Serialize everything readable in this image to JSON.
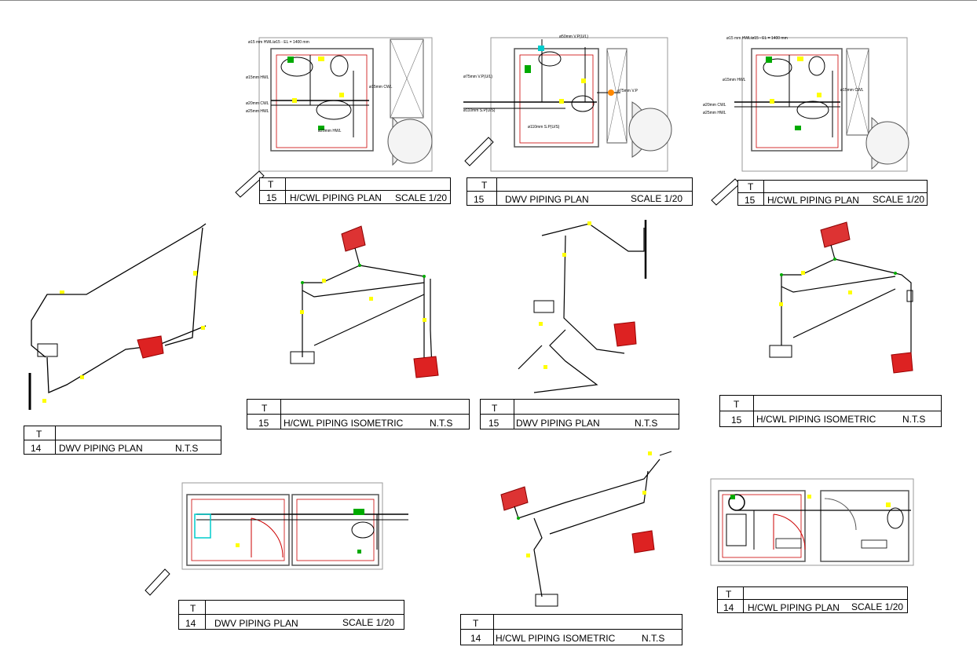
{
  "title_blocks": [
    {
      "t": "T",
      "num": "15",
      "title": "H/CWL PIPING PLAN",
      "scale": "SCALE 1/20"
    },
    {
      "t": "T",
      "num": "15",
      "title": "DWV  PIPING PLAN",
      "scale": "SCALE 1/20"
    },
    {
      "t": "T",
      "num": "15",
      "title": "H/CWL PIPING PLAN",
      "scale": "SCALE 1/20"
    },
    {
      "t": "T",
      "num": "14",
      "title": "DWV PIPING PLAN",
      "scale": "N.T.S"
    },
    {
      "t": "T",
      "num": "15",
      "title": "H/CWL PIPING ISOMETRIC",
      "scale": "N.T.S"
    },
    {
      "t": "T",
      "num": "15",
      "title": "DWV PIPING PLAN",
      "scale": "N.T.S"
    },
    {
      "t": "T",
      "num": "15",
      "title": "H/CWL PIPING ISOMETRIC",
      "scale": "N.T.S"
    },
    {
      "t": "T",
      "num": "14",
      "title": "DWV PIPING PLAN",
      "scale": "SCALE 1/20"
    },
    {
      "t": "T",
      "num": "14",
      "title": "H/CWL PIPING ISOMETRIC",
      "scale": "N.T.S"
    },
    {
      "t": "T",
      "num": "14",
      "title": "H/CWL PIPING PLAN",
      "scale": "SCALE 1/20"
    }
  ],
  "colors": {
    "pipe": "#000000",
    "marker": "#ffff00",
    "fitting": "#00a000",
    "fixture": "#cc0000",
    "wall": "#888888",
    "accent": "#ff8800"
  }
}
